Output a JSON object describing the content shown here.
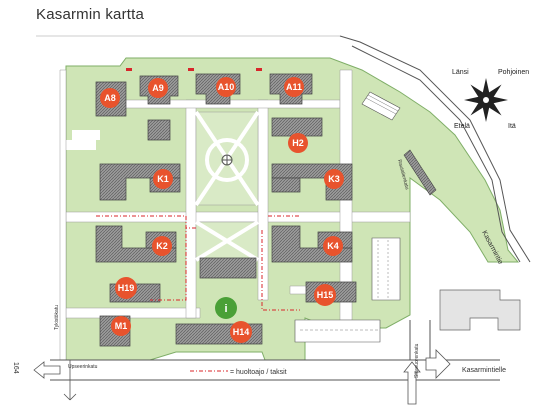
{
  "title": "Kasarmin kartta",
  "colors": {
    "green": "#cfe5b6",
    "green_dark": "#7fae67",
    "building": "#8a8a8a",
    "marker": "#e8532d",
    "info": "#4aa037",
    "road_line": "#555555",
    "service_route": "#d8262a"
  },
  "compass": {
    "north_label": "Pohjoinen",
    "west_label": "Länsi",
    "south_label": "Etelä",
    "east_label": "Itä"
  },
  "markers": {
    "a8": "A8",
    "a9": "A9",
    "a10": "A10",
    "a11": "A11",
    "h2": "H2",
    "k1": "K1",
    "k3": "K3",
    "k2": "K2",
    "k4": "K4",
    "h19": "H19",
    "h15": "H15",
    "m1": "M1",
    "h14": "H14",
    "info": "i"
  },
  "roads": {
    "kasarmintie": "Kasarmintie",
    "tykistokatu": "Tykistökatu",
    "upseerinkatu": "Upseerinkatu",
    "siltavuorenkatu": "Siltavuorenkatu",
    "kasarmintielle": "Kasarmintielle",
    "rautatie_label": "Rautatienkatu",
    "road_number": "164"
  },
  "legend": {
    "service_route": "= huoltoajo / taksit"
  }
}
